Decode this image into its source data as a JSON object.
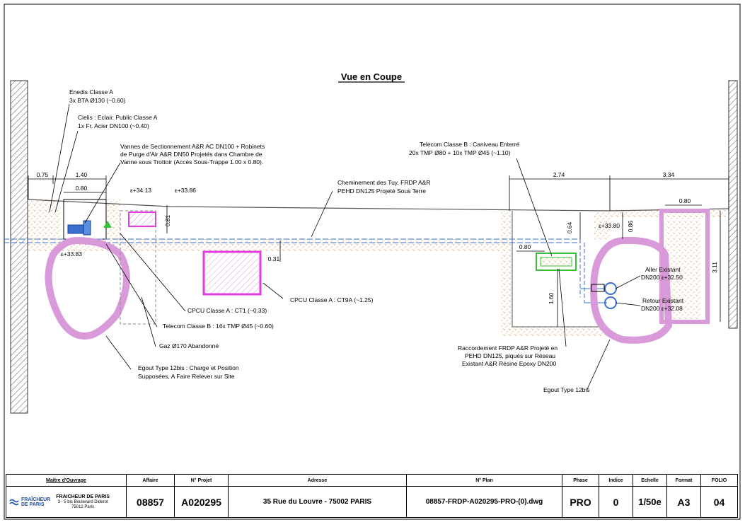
{
  "drawing": {
    "title": "Vue en Coupe",
    "dimensions": [
      "0.75",
      "1.40",
      "0.80",
      "0.81",
      "0.31",
      "2.74",
      "3.34",
      "0.80",
      "0.64",
      "0.86",
      "0.80",
      "1.60",
      "3.11"
    ],
    "levels": [
      "ε+34.13",
      "ε+33.86",
      "ε+33.83",
      "ε+33.80",
      "ε+32.50",
      "ε+32.08"
    ],
    "labels": {
      "enedis": [
        "Enedis Classe A",
        "3x BTA Ø130 (~0.60)"
      ],
      "cielis": [
        "Cielis : Eclair. Public Classe A",
        "1x Fr. Acier DN100 (~0.40)"
      ],
      "vannes": [
        "Vannes de Sectionnement A&R AC DN100 + Robinets",
        "de Purge d'Air A&R DN50 Projetés dans Chambre de",
        "Vanne sous Trottoir (Accès Sous-Trappe 1.00 x 0.80)."
      ],
      "telecom_b_top": [
        "Telecom Classe B : Caniveau Enterré",
        "20x TMP Ø80 + 10x TMP Ø45 (~1.10)"
      ],
      "cheminement": [
        "Cheminement des Tuy. FRDP A&R",
        "PEHD DN125 Projeté Sous Terre"
      ],
      "cpcu_ct9a": "CPCU Classe A : CT9A (~1.25)",
      "cpcu_ct1": "CPCU Classe A : CT1 (~0.33)",
      "telecom_b_16x": "Telecom Classe B : 16x TMP Ø45 (~0.60)",
      "gaz": "Gaz Ø170 Abandonné",
      "egout_left": [
        "Egout Type 12bis : Charge et Position",
        "Supposées, A Faire Relever sur Site"
      ],
      "aller": [
        "Aller Existant",
        "DN200 ε+32.50"
      ],
      "retour": [
        "Retour Existant",
        "DN200 ε+32.08"
      ],
      "raccordement": [
        "Raccordement FRDP A&R Projeté en",
        "PEHD DN125, piqués sur Réseau",
        "Existant A&R Résine Epoxy DN200"
      ],
      "egout_right": "Egout Type 12bis"
    }
  },
  "title_block": {
    "owner_header": "Maître d'Ouvrage",
    "logo_text": [
      "FRAÎCHEUR",
      "DE PARIS"
    ],
    "owner_name": "FRAICHEUR DE PARIS",
    "owner_address_1": "3 - 5 bis Boulevard Diderot",
    "owner_address_2": "75012 Paris",
    "columns": [
      {
        "header": "Affaire",
        "value": "08857"
      },
      {
        "header": "N° Projet",
        "value": "A020295"
      },
      {
        "header": "Adresse",
        "value": "35 Rue du Louvre - 75002 PARIS"
      },
      {
        "header": "N° Plan",
        "value": "08857-FRDP-A020295-PRO-(0).dwg"
      },
      {
        "header": "Phase",
        "value": "PRO"
      },
      {
        "header": "Indice",
        "value": "0"
      },
      {
        "header": "Echelle",
        "value": "1/50e"
      },
      {
        "header": "Format",
        "value": "A3"
      },
      {
        "header": "FOLIO",
        "value": "04"
      }
    ]
  },
  "colors": {
    "pipe_blue": "#3a6fd0",
    "magenta": "#e03ce0",
    "hatch": "#d9a25a",
    "green": "#3bbf3b",
    "pink": "#d89ad8"
  }
}
